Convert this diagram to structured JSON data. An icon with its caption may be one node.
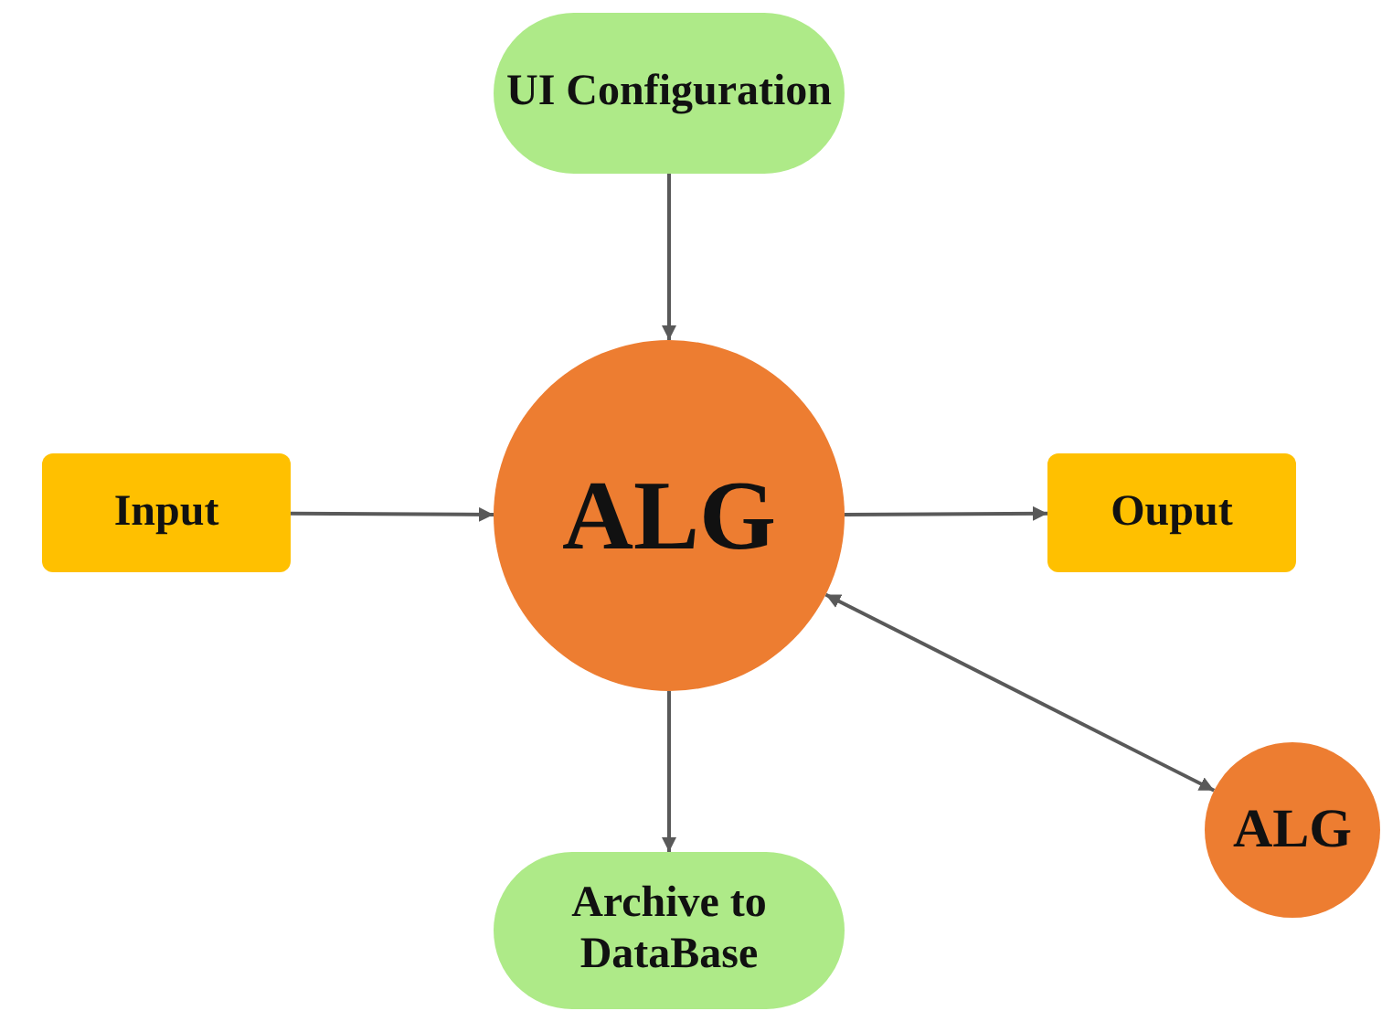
{
  "diagram": {
    "nodes": [
      {
        "text": [
          "UI Configuration"
        ]
      },
      {
        "text": [
          "Input"
        ]
      },
      {
        "text": [
          "ALG"
        ]
      },
      {
        "text": [
          "Ouput"
        ]
      },
      {
        "text": [
          "Archive to DataBase"
        ]
      },
      {
        "text": [
          "ALG"
        ]
      }
    ],
    "edges": [
      {
        "from": 0,
        "to": 2,
        "arrow": "to"
      },
      {
        "from": 1,
        "to": 2,
        "arrow": "to"
      },
      {
        "from": 2,
        "to": 3,
        "arrow": "to"
      },
      {
        "from": 2,
        "to": 4,
        "arrow": "to"
      },
      {
        "from": 2,
        "to": 5,
        "arrow": "both"
      }
    ]
  }
}
